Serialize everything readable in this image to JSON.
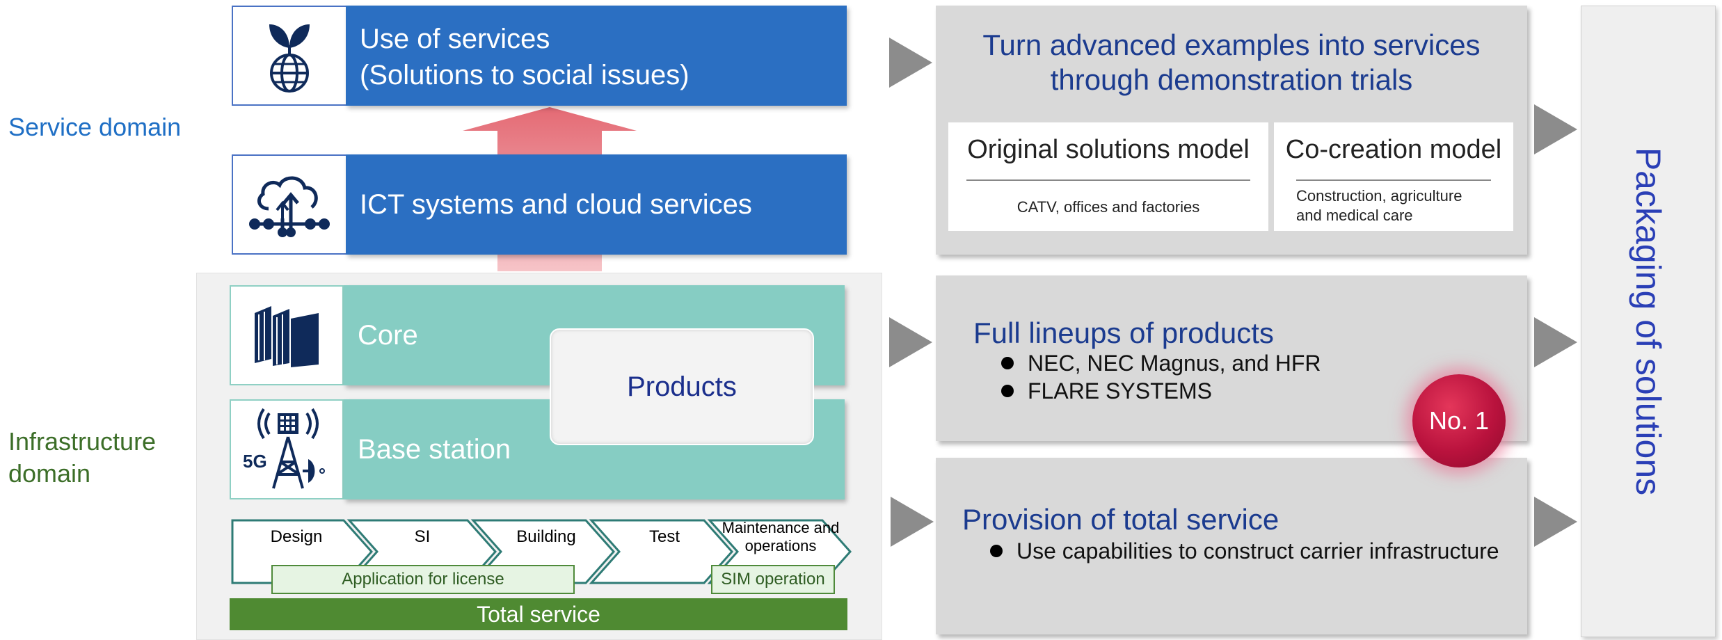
{
  "left_labels": {
    "service_domain": "Service domain",
    "infrastructure_domain": "Infrastructure domain"
  },
  "stack": {
    "use_of_services_line1": "Use of services",
    "use_of_services_line2": "(Solutions to social issues)",
    "ict_systems": "ICT systems and cloud services",
    "core": "Core",
    "base_station": "Base station",
    "products": "Products",
    "process_steps": [
      "Design",
      "SI",
      "Building",
      "Test",
      "Maintenance and operations"
    ],
    "application_for_license": "Application for license",
    "sim_operation": "SIM operation",
    "total_service": "Total service",
    "base_station_icon_text": "5G"
  },
  "right_panels": {
    "services": {
      "title_line1": "Turn advanced examples into services",
      "title_line2": "through demonstration trials",
      "original_title": "Original solutions model",
      "original_body": "CATV, offices and factories",
      "cocreation_title": "Co-creation model",
      "cocreation_body_line1": "Construction, agriculture",
      "cocreation_body_line2": "and medical care"
    },
    "products": {
      "title": "Full lineups of products",
      "bullets": [
        "NEC, NEC Magnus, and HFR",
        "FLARE SYSTEMS"
      ]
    },
    "total_service": {
      "title": "Provision of total service",
      "bullets": [
        "Use capabilities to construct carrier infrastructure"
      ]
    },
    "badge": "No. 1",
    "packaging": "Packaging of solutions"
  },
  "icons": [
    "plant-globe-icon",
    "cloud-network-icon",
    "server-rack-icon",
    "antenna-tower-icon"
  ],
  "colors": {
    "service_blue": "#2b6fc2",
    "infra_teal": "#86cdc3",
    "total_green": "#4f8a32",
    "title_navy": "#1b3b8f",
    "badge_red": "#b9123d",
    "up_arrow": "#e46a74"
  }
}
